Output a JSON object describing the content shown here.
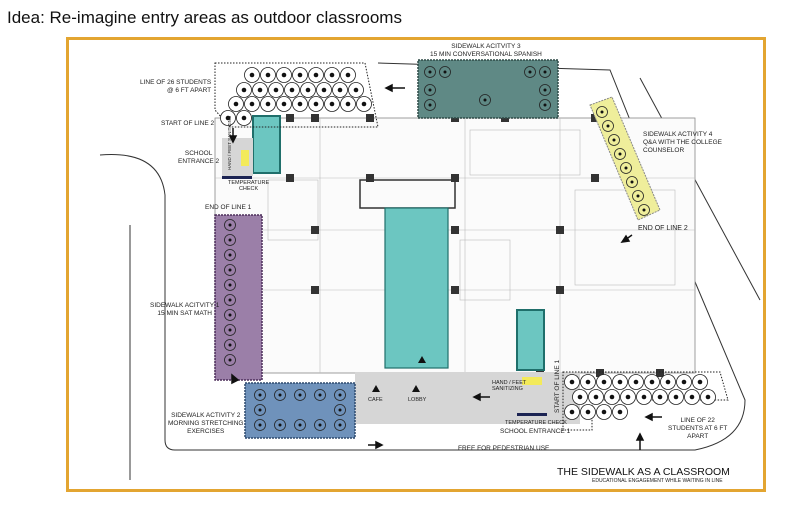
{
  "title": "Idea: Re-imagine entry areas as outdoor classrooms",
  "labels": {
    "line26": [
      "LINE OF 26 STUDENTS",
      "@ 6 FT APART"
    ],
    "start_line2": "START OF LINE 2",
    "school_entrance2": [
      "SCHOOL",
      "ENTRANCE 2"
    ],
    "hand_feet_sanitizing": "HAND / FEET SANITIZING",
    "temperature_check": [
      "TEMPERATURE",
      "CHECK"
    ],
    "end_line1": "END OF LINE 1",
    "activity1": [
      "SIDEWALK ACITVITY 1",
      "15 MIN SAT MATH"
    ],
    "activity2": [
      "SIDEWALK ACTIVITY 2",
      "MORNING STRETCHING",
      "EXERCISES"
    ],
    "activity3": [
      "SIDEWALK ACITVITY 3",
      "15 MIN CONVERSATIONAL SPANISH"
    ],
    "activity4": [
      "SIDEWALK ACTIVITY 4",
      "Q&A WITH THE COLLEGE",
      "COUNSELOR"
    ],
    "end_line2": "END OF LINE  2",
    "cafe": "CAFE",
    "lobby": "LOBBY",
    "hand_feet_sanitizing_1": [
      "HAND / FEET",
      "SANITIZING"
    ],
    "temperature_check_1": "TEMPERATURE CHECK",
    "start_line1": "START OF LINE 1",
    "school_entrance1": "SCHOOL ENTRANCE 1",
    "free_pedestrian": "FREE FOR PEDESTRIAN USE",
    "line22": [
      "LINE OF 22",
      "STUDENTS AT 6 FT",
      "APART"
    ]
  },
  "caption": "THE SIDEWALK AS A CLASSROOM",
  "subcaption": "EDUCATIONAL ENGAGEMENT WHILE WAITING IN LINE",
  "colors": {
    "frame": "#e3a531",
    "activity1": "#9b7fa8",
    "activity2": "#6f92bb",
    "activity3": "#5f8985",
    "activity4": "#efee9b",
    "lobby": "#6cc6c1",
    "entrance": "#d6d6d6",
    "sanitizing": "#f3ea5a",
    "temperature": "#1c2453"
  }
}
